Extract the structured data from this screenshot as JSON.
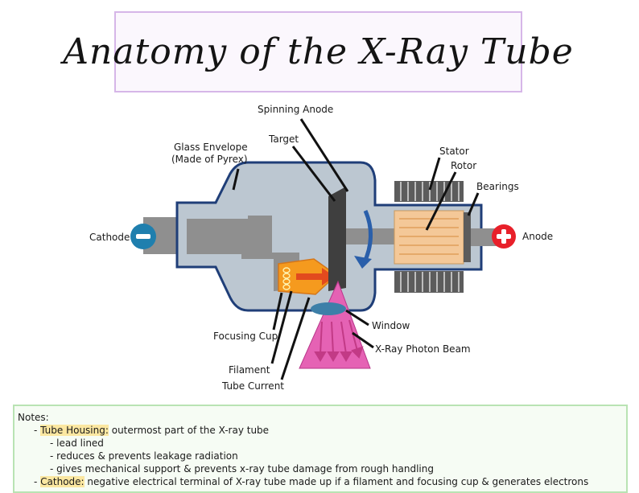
{
  "title": "Anatomy of the X-Ray Tube",
  "labels": {
    "spinning_anode": "Spinning Anode",
    "target": "Target",
    "glass_envelope_1": "Glass Envelope",
    "glass_envelope_2": "(Made of Pyrex)",
    "stator": "Stator",
    "rotor": "Rotor",
    "bearings": "Bearings",
    "cathode": "Cathode",
    "anode": "Anode",
    "window": "Window",
    "xray_beam": "X-Ray Photon Beam",
    "focusing_cup": "Focusing Cup",
    "filament": "Filament",
    "tube_current": "Tube Current"
  },
  "colors": {
    "envelope_fill": "#bcc7d1",
    "envelope_stroke": "#1f3e78",
    "metal": "#8f8f8f",
    "metal_dark": "#3f3f3f",
    "cathode_terminal": "#1f7fae",
    "anode_terminal": "#e8202a",
    "rotor_fill": "#f4c898",
    "cup_fill": "#f59a1e",
    "beam_fill": "#e562b4",
    "window_fill": "#3d7fa8",
    "title_border": "#d6b6e8",
    "notes_border": "#b9e3b3",
    "highlight": "#fbe7a1"
  },
  "icons": {
    "cathode_terminal": "minus-icon",
    "anode_terminal": "plus-icon"
  },
  "notes": {
    "heading": "Notes:",
    "tube_housing_term": "Tube Housing:",
    "tube_housing_def": " outermost part of the X-ray tube",
    "housing_points": [
      "- lead lined",
      "- reduces & prevents leakage radiation",
      "- gives mechanical support & prevents x-ray tube  damage from rough handling"
    ],
    "cathode_term": "Cathode:",
    "cathode_def": " negative electrical terminal of X-ray tube made up if a filament and focusing cup & generates electrons"
  }
}
